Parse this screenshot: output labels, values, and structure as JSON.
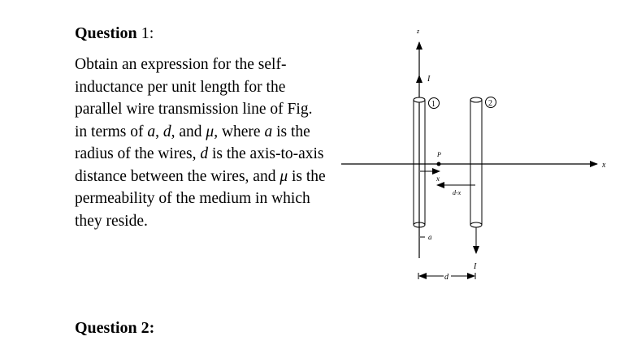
{
  "question1": {
    "label": "Question",
    "number": "1:",
    "lines": [
      [
        {
          "t": "Obtain an expression for the self-"
        }
      ],
      [
        {
          "t": "inductance per unit length for the"
        }
      ],
      [
        {
          "t": "parallel wire transmission line of Fig."
        }
      ],
      [
        {
          "t": "in terms of "
        },
        {
          "t": "a",
          "i": true
        },
        {
          "t": ", "
        },
        {
          "t": "d",
          "i": true
        },
        {
          "t": ", and "
        },
        {
          "t": "μ",
          "i": true
        },
        {
          "t": ", where "
        },
        {
          "t": "a",
          "i": true
        },
        {
          "t": " is the"
        }
      ],
      [
        {
          "t": "radius of the wires, "
        },
        {
          "t": "d",
          "i": true
        },
        {
          "t": " is the axis-to-axis"
        }
      ],
      [
        {
          "t": "distance between the wires, and "
        },
        {
          "t": "μ",
          "i": true
        },
        {
          "t": " is the"
        }
      ],
      [
        {
          "t": "permeability of the medium in which"
        }
      ],
      [
        {
          "t": "they reside."
        }
      ]
    ]
  },
  "figure": {
    "z_label": "z",
    "x_axis_label": "x",
    "current_top": "I",
    "current_bottom": "I",
    "wire1_label": "1",
    "wire2_label": "2",
    "point_label": "P",
    "x_label": "x",
    "dx_label": "d-x",
    "radius_label": "a",
    "spacing_label": "d"
  },
  "question2": {
    "label": "Question 2:"
  }
}
